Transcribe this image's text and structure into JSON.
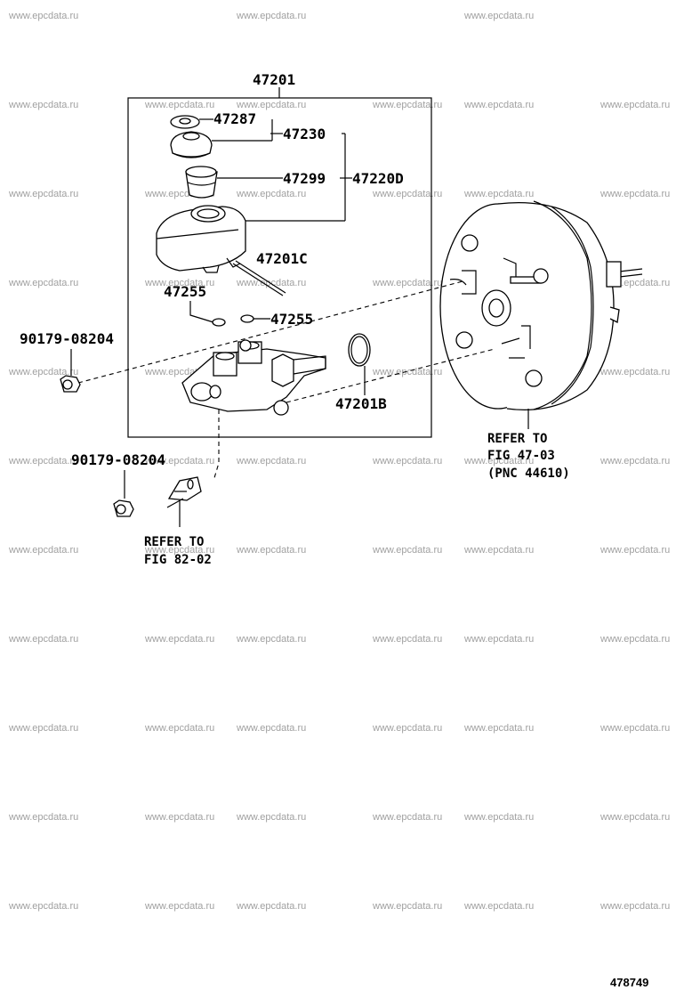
{
  "watermark": "www.epcdata.ru",
  "diagram_code": "478749",
  "labels": {
    "assembly": "47201",
    "cap_gasket": "47287",
    "cap": "47230",
    "strainer": "47299",
    "reservoir": "47220D",
    "pin": "47201C",
    "grommet_upper": "47255",
    "grommet_lower": "47255",
    "oring": "47201B",
    "nut_upper": "90179-08204",
    "nut_lower": "90179-08204"
  },
  "notes": {
    "booster": [
      "REFER TO",
      "FIG 47-03",
      "(PNC 44610)"
    ],
    "bracket": [
      "REFER TO",
      "FIG 82-02"
    ]
  }
}
